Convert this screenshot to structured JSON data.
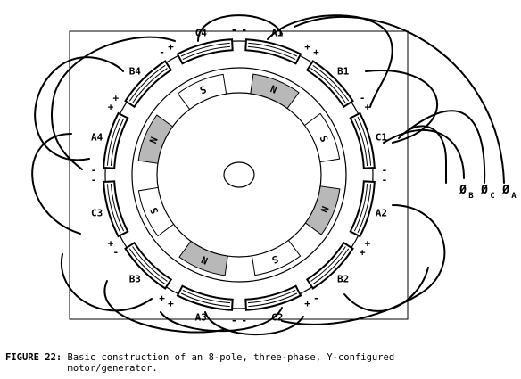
{
  "caption": {
    "label": "FIGURE 22:",
    "line1": " Basic construction of an 8-pole, three-phase, Y-configured",
    "line2": "           motor/generator."
  },
  "colors": {
    "ink": "#000000",
    "paper": "#ffffff",
    "pole_fill": "#b8b8b8"
  },
  "rotor_poles": [
    {
      "label": "N",
      "shaded": true
    },
    {
      "label": "S",
      "shaded": false
    },
    {
      "label": "N",
      "shaded": true
    },
    {
      "label": "S",
      "shaded": false
    },
    {
      "label": "N",
      "shaded": true
    },
    {
      "label": "S",
      "shaded": false
    },
    {
      "label": "N",
      "shaded": true
    },
    {
      "label": "S",
      "shaded": false
    }
  ],
  "coils": [
    {
      "label": "A1",
      "start_sign": "-",
      "end_sign": "+"
    },
    {
      "label": "B1",
      "start_sign": "+",
      "end_sign": "-"
    },
    {
      "label": "C1",
      "start_sign": "+",
      "end_sign": "-"
    },
    {
      "label": "A2",
      "start_sign": "-",
      "end_sign": "+"
    },
    {
      "label": "B2",
      "start_sign": "+",
      "end_sign": "-"
    },
    {
      "label": "C2",
      "start_sign": "+",
      "end_sign": "-"
    },
    {
      "label": "A3",
      "start_sign": "-",
      "end_sign": "+"
    },
    {
      "label": "B3",
      "start_sign": "+",
      "end_sign": "-"
    },
    {
      "label": "C3",
      "start_sign": "+",
      "end_sign": "-"
    },
    {
      "label": "A4",
      "start_sign": "-",
      "end_sign": "+"
    },
    {
      "label": "B4",
      "start_sign": "+",
      "end_sign": "-"
    },
    {
      "label": "C4",
      "start_sign": "+",
      "end_sign": "-"
    }
  ],
  "phase_terminals": [
    {
      "symbol": "Ø",
      "sub": "B"
    },
    {
      "symbol": "Ø",
      "sub": "C"
    },
    {
      "symbol": "Ø",
      "sub": "A"
    }
  ]
}
